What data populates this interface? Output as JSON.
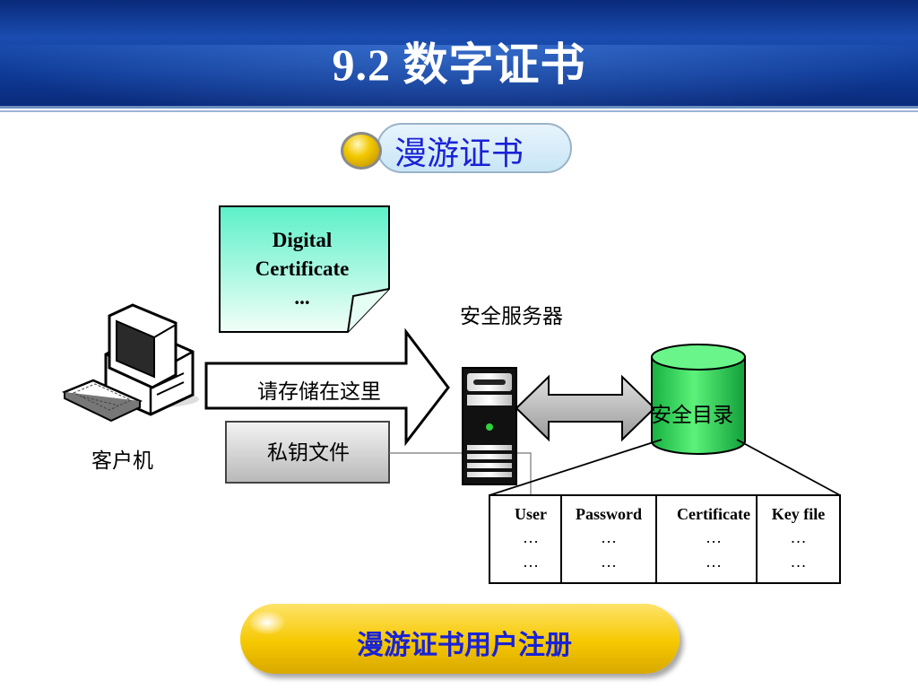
{
  "header": {
    "title": "9.2 数字证书"
  },
  "subtitle": "漫游证书",
  "diagram": {
    "certificate_lines": [
      "Digital",
      "Certificate",
      "..."
    ],
    "client_label": "客户机",
    "server_label": "安全服务器",
    "arrow_label": "请存储在这里",
    "private_key_label": "私钥文件",
    "directory_label": "安全目录",
    "table": {
      "headers": [
        "User",
        "Password",
        "Certificate",
        "Key file"
      ],
      "rows": [
        [
          "…",
          "…",
          "…",
          "…"
        ],
        [
          "…",
          "…",
          "…",
          "…"
        ]
      ]
    }
  },
  "bottom_button": "漫游证书用户注册",
  "colors": {
    "header_blue": "#1a4db0",
    "title_text": "#1a22d6",
    "cylinder_green": "#2ed65a",
    "certificate_cyan": "#5cf0c8",
    "pill_yellow": "#f5c800"
  }
}
